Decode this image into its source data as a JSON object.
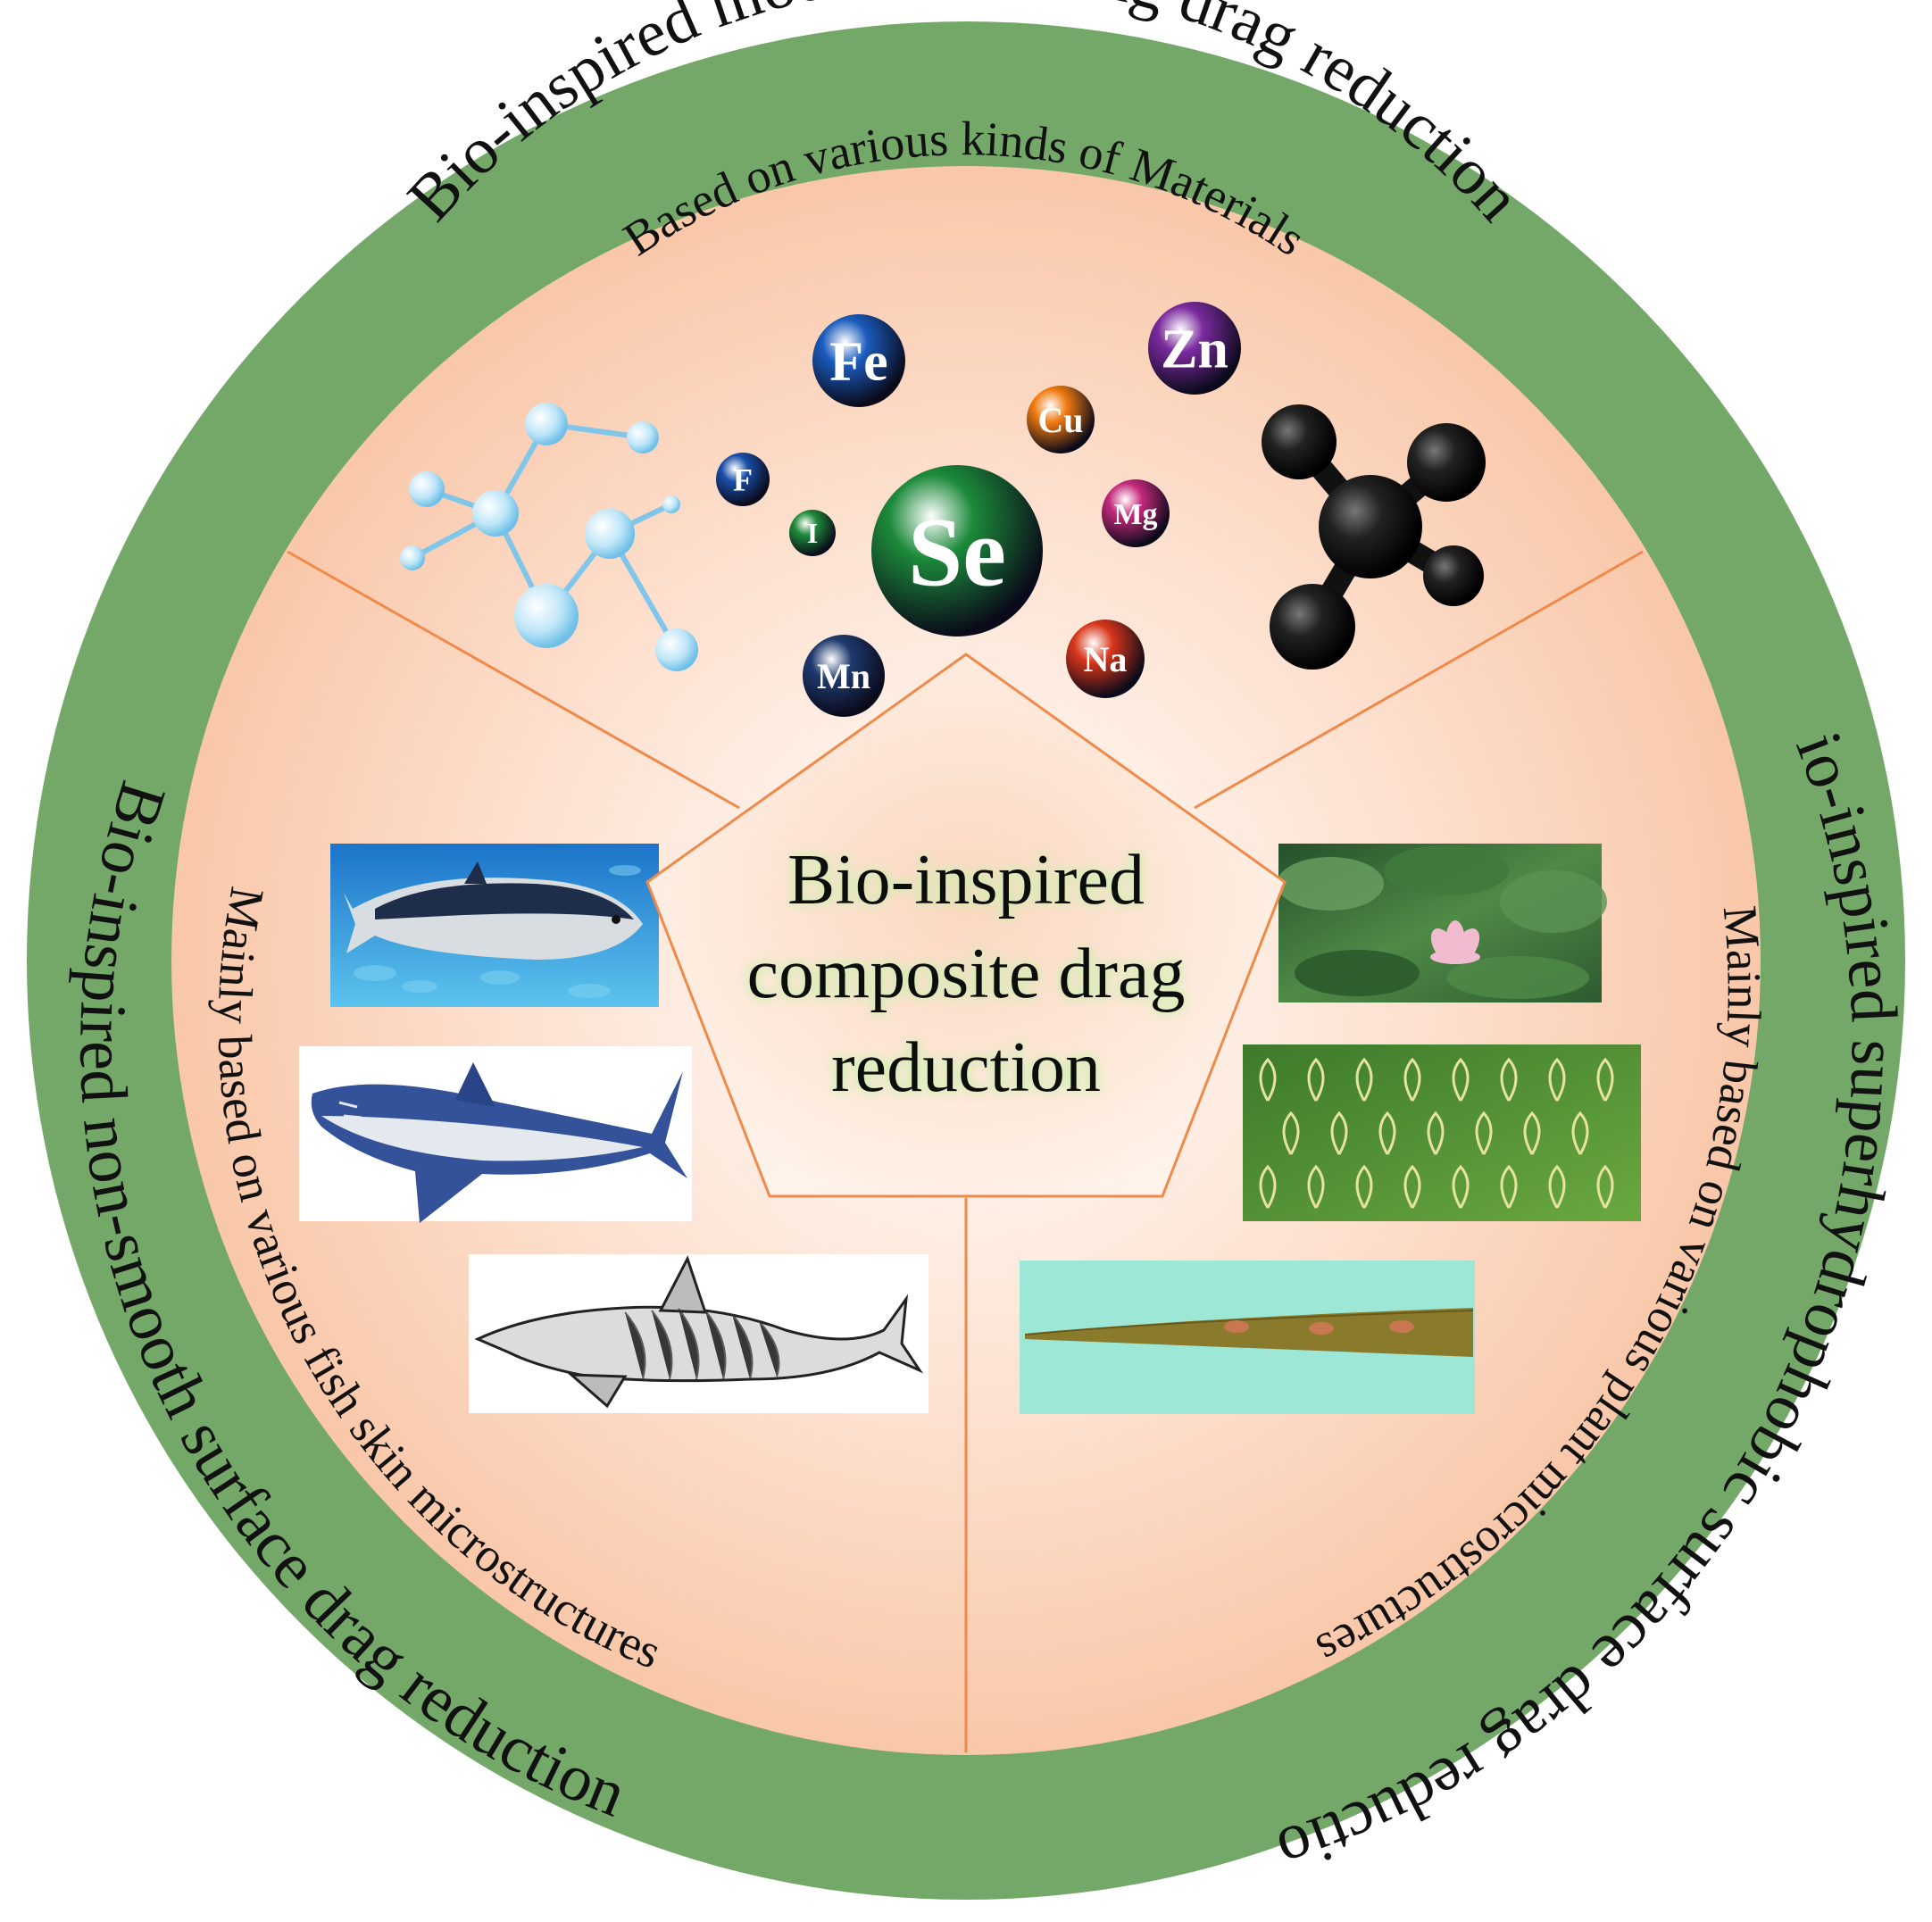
{
  "center": {
    "lines": [
      "Bio-inspired",
      "composite drag",
      "reduction"
    ]
  },
  "sectors": {
    "top": {
      "ring_label": "Bio-inspired modified coating drag reduction",
      "inner_label": "Based on various kinds of Materials",
      "elements": [
        {
          "symbol": "Fe",
          "color": "#1a5bbd"
        },
        {
          "symbol": "Zn",
          "color": "#7a2a9e"
        },
        {
          "symbol": "Cu",
          "color": "#f07a10"
        },
        {
          "symbol": "F",
          "color": "#1a4fa8"
        },
        {
          "symbol": "I",
          "color": "#1f8a3a"
        },
        {
          "symbol": "Se",
          "color": "#1c8a3a"
        },
        {
          "symbol": "Mg",
          "color": "#c4287a"
        },
        {
          "symbol": "Mn",
          "color": "#1e3a6e"
        },
        {
          "symbol": "Na",
          "color": "#d8361a"
        }
      ]
    },
    "left": {
      "ring_label": "Bio-inspired non-smooth surface drag reduction",
      "inner_label": "Mainly based on various fish skin microstructures"
    },
    "right": {
      "ring_label": "Bio-inspired superhydrophobic surface drag reduction",
      "inner_label": "Mainly based on various plant microstructures"
    }
  },
  "colors": {
    "ring": "#74a868",
    "sector_fill": "#fbd6bf",
    "divider": "#f08a4b",
    "pentagon_fill": "#fde6d6",
    "center_glow": "#d7f2c0"
  }
}
